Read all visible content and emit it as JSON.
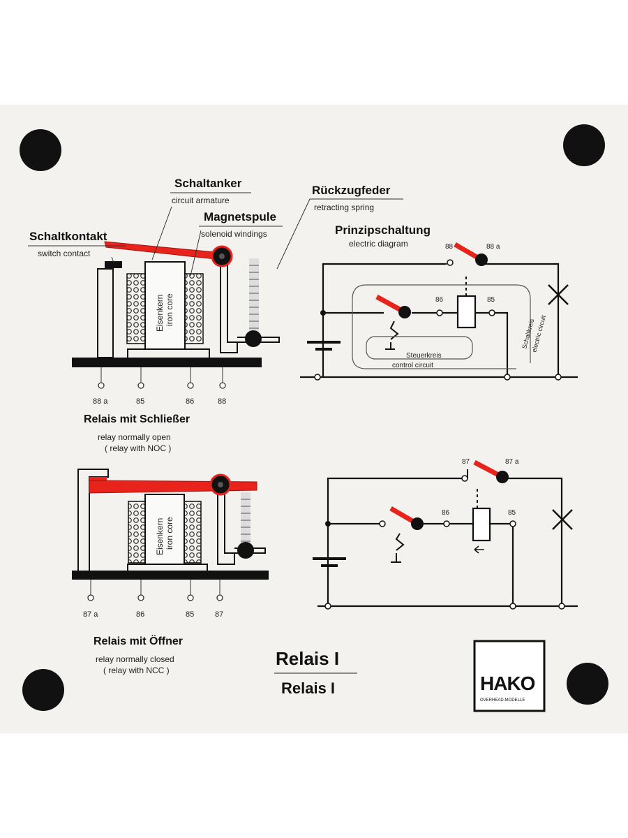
{
  "colors": {
    "background": "#f3f2ef",
    "armature": "#e8231c",
    "metal": "#111111"
  },
  "labels": {
    "schaltanker": "Schaltanker",
    "circuit_armature": "circuit armature",
    "rueckzugfeder": "Rückzugfeder",
    "retracting_spring": "retracting spring",
    "magnetspule": "Magnetspule",
    "solenoid_windings": "solenoid windings",
    "schaltkontakt": "Schaltkontakt",
    "switch_contact": "switch contact",
    "prinzipschaltung": "Prinzipschaltung",
    "electric_diagram": "electric diagram",
    "eisenkern": "Eisenkern",
    "iron_core": "iron core",
    "steuerkreis": "Steuerkreis",
    "control_circuit": "control circuit",
    "schaltkreis": "Schaltkreis",
    "electric_circuit": "electric circuit"
  },
  "relay_no": {
    "title": "Relais mit Schließer",
    "subtitle1": "relay normally open",
    "subtitle2": "( relay with NOC )",
    "terminals": [
      "88 a",
      "85",
      "86",
      "88"
    ],
    "circuit_terminals": [
      "88",
      "88 a",
      "86",
      "85"
    ]
  },
  "relay_nc": {
    "title": "Relais mit Öffner",
    "subtitle1": "relay normally closed",
    "subtitle2": "( relay with NCC )",
    "terminals": [
      "87 a",
      "86",
      "85",
      "87"
    ],
    "circuit_terminals": [
      "87",
      "87 a",
      "86",
      "85"
    ]
  },
  "footer": {
    "title1": "Relais I",
    "title2": "Relais I",
    "logo": "HAKO",
    "logo_sub": "OVERHEAD-MODELLE"
  }
}
